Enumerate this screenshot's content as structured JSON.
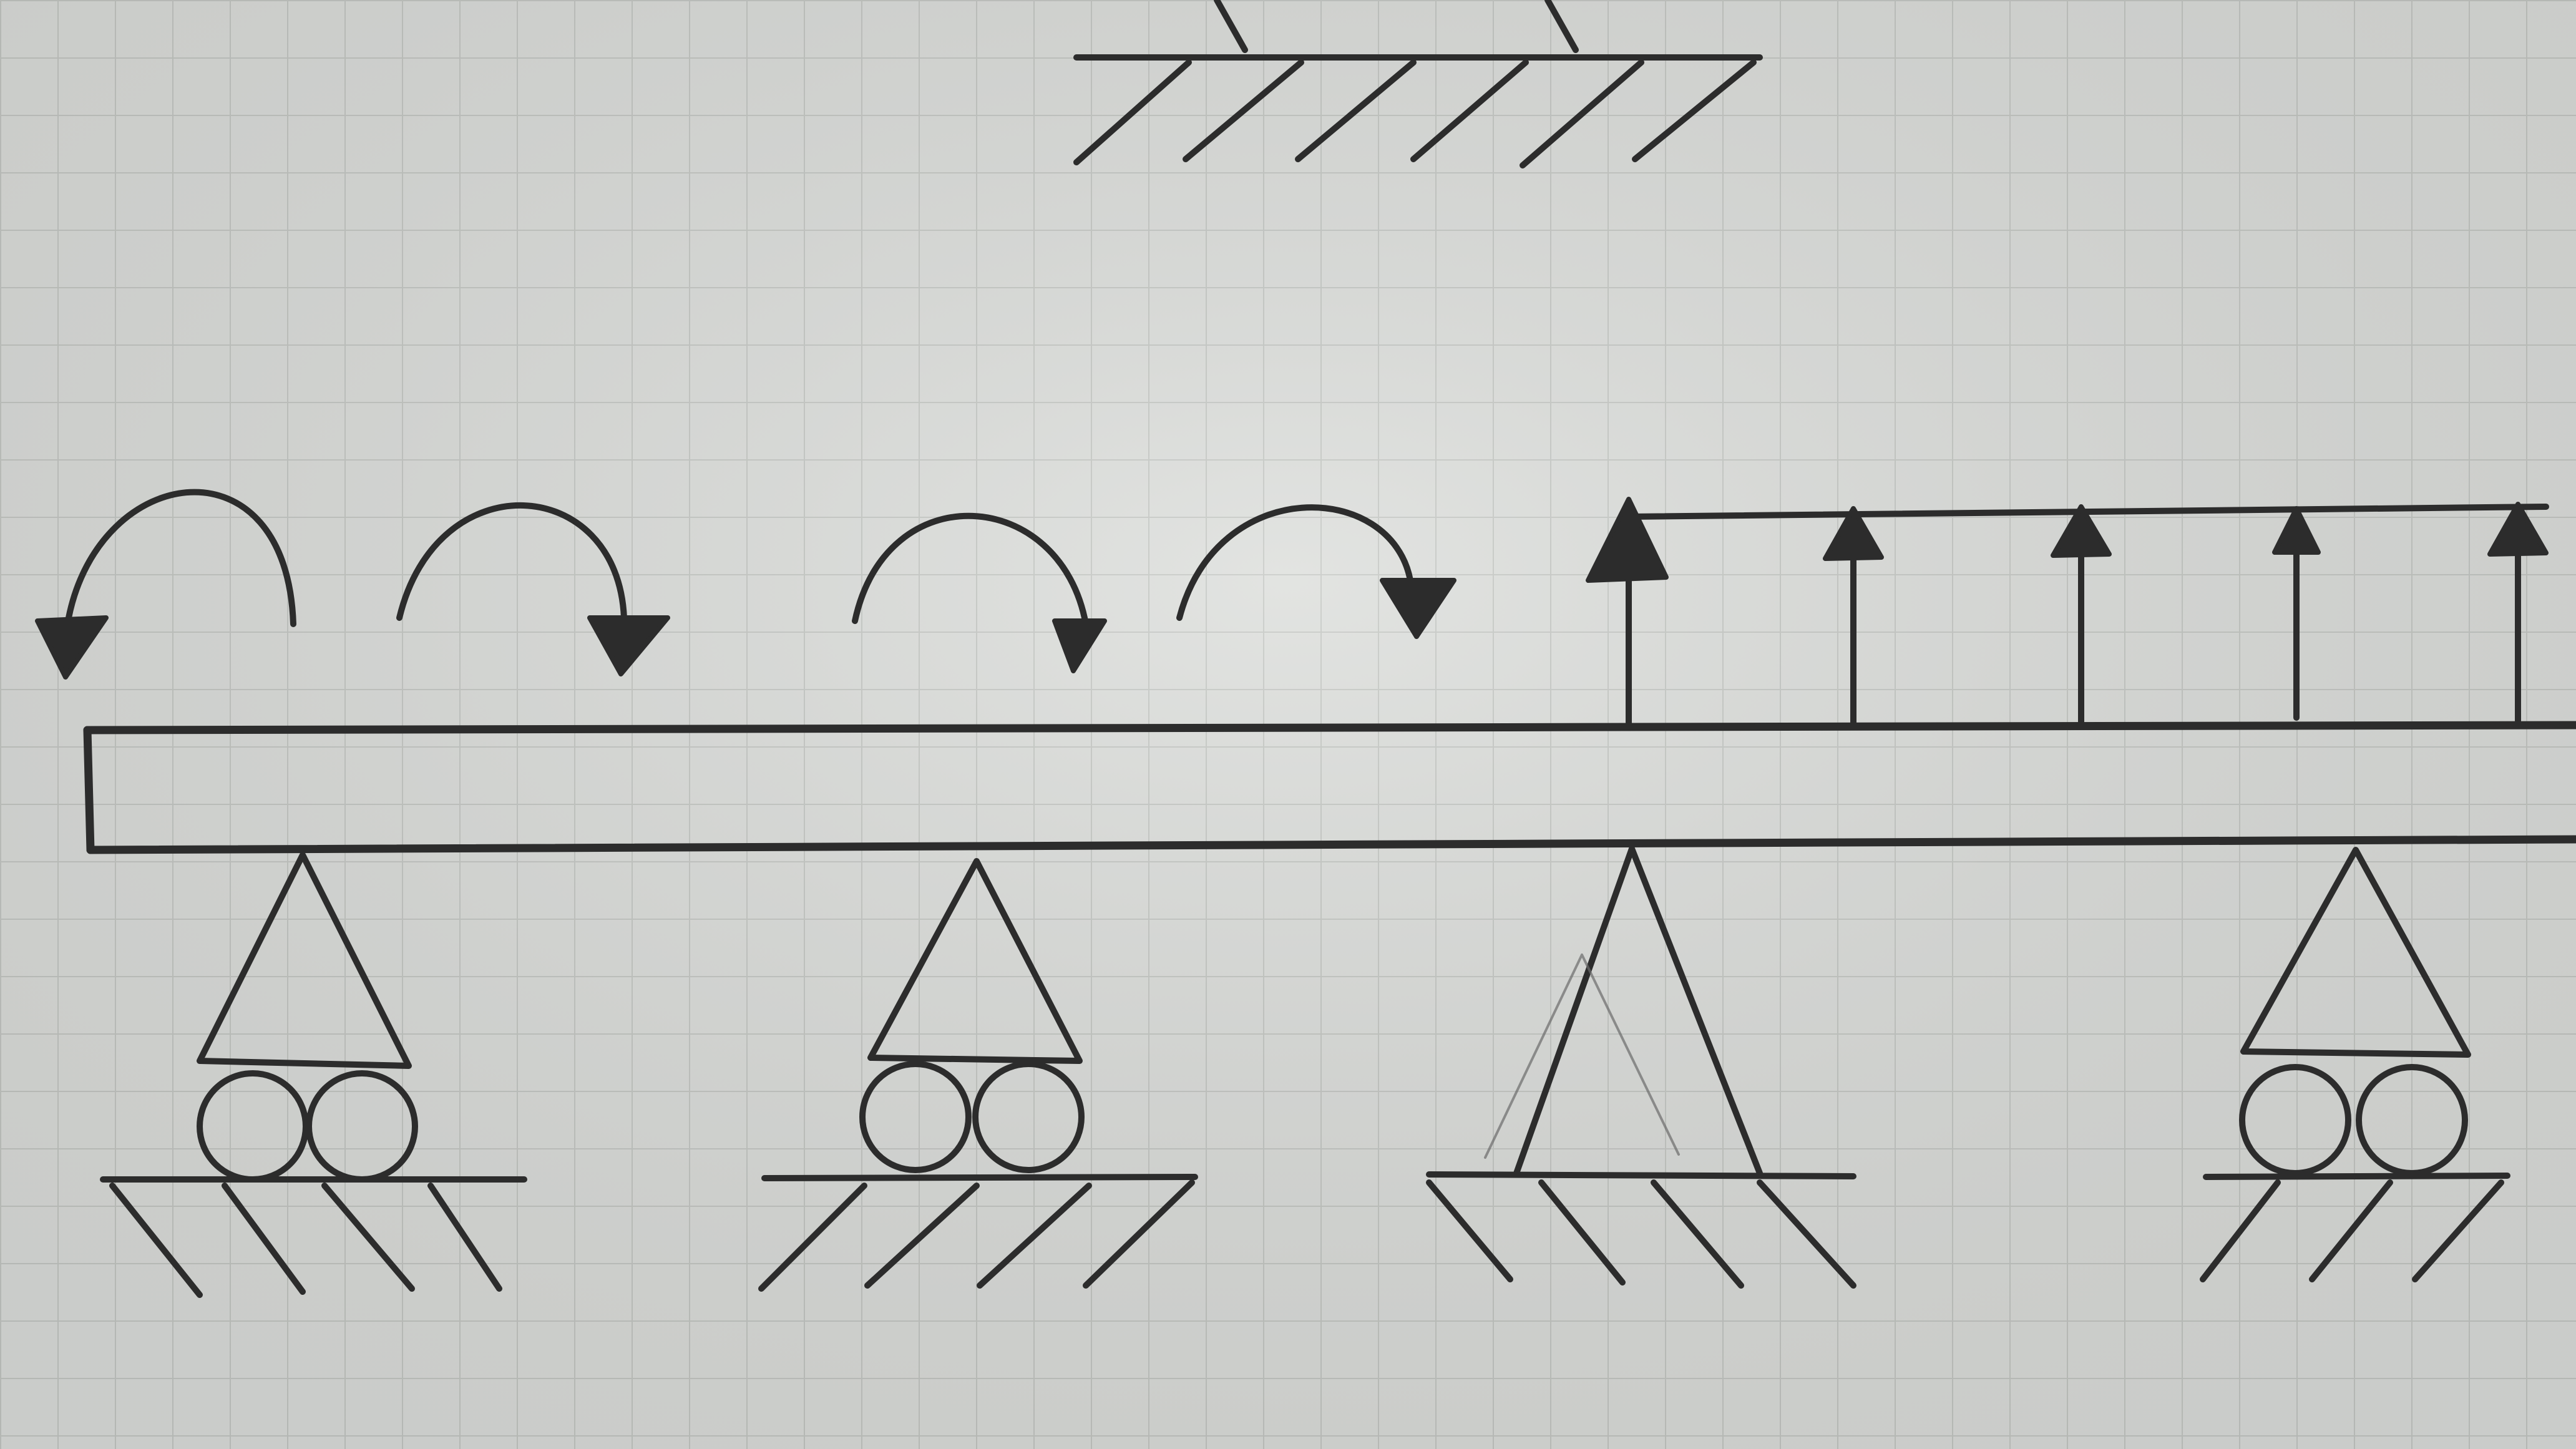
{
  "diagram": {
    "colors": {
      "paper": "#dcdedb",
      "grid": "#c4c7c3",
      "ink": "#2c2c2c"
    },
    "elements": [
      {
        "type": "beam",
        "name": "horizontal-beam"
      },
      {
        "type": "fixed-pin-support",
        "name": "pin-support-top-cut-off"
      },
      {
        "type": "moment",
        "name": "moment-counterclockwise",
        "direction": "counterclockwise"
      },
      {
        "type": "moment",
        "name": "moment-clockwise",
        "direction": "clockwise"
      },
      {
        "type": "moment",
        "name": "moment-clockwise",
        "direction": "clockwise"
      },
      {
        "type": "moment",
        "name": "moment-clockwise",
        "direction": "clockwise"
      },
      {
        "type": "distributed-load",
        "name": "distributed-load-upward",
        "direction": "up",
        "arrow_count": 5
      },
      {
        "type": "roller-support",
        "name": "roller-support-1"
      },
      {
        "type": "roller-support",
        "name": "roller-support-2"
      },
      {
        "type": "pin-support",
        "name": "pin-support"
      },
      {
        "type": "roller-support",
        "name": "roller-support-3"
      }
    ]
  }
}
